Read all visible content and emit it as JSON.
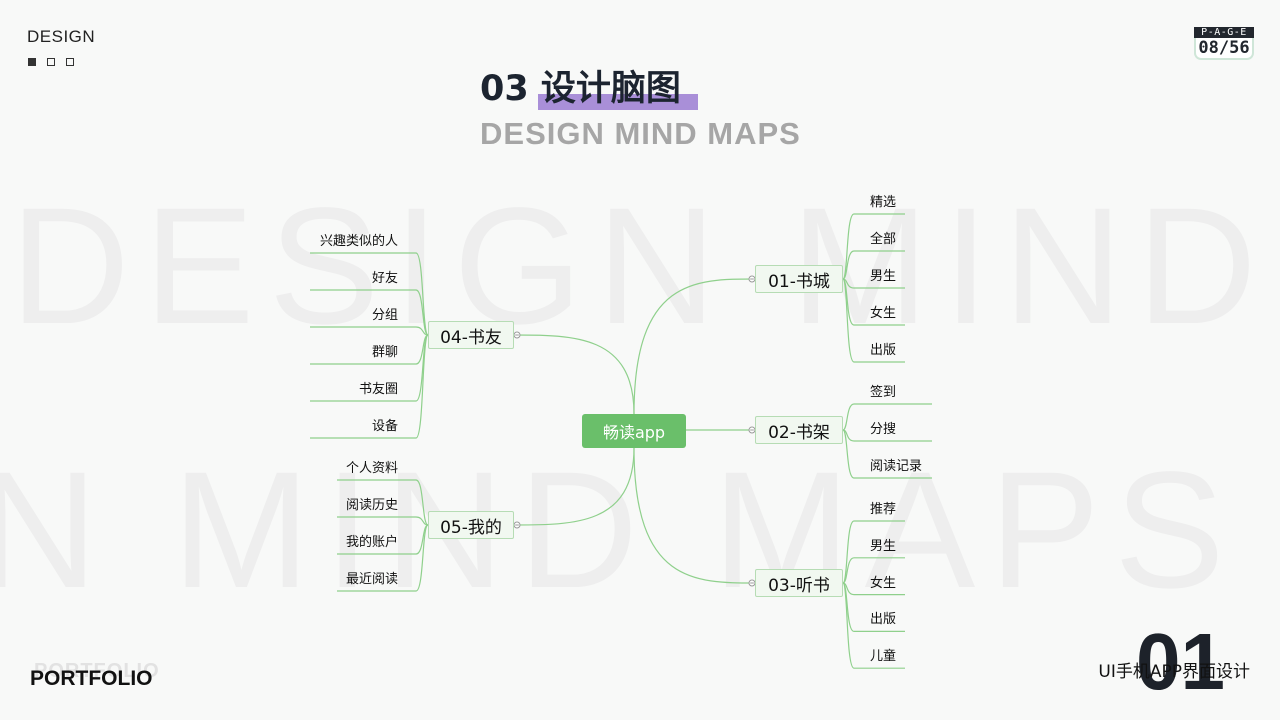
{
  "header": {
    "brand": "DESIGN",
    "page_label": "P-A-G-E",
    "page_number": "08/56"
  },
  "title": {
    "main": "03  设计脑图",
    "sub": "DESIGN MIND MAPS"
  },
  "watermark": {
    "line1": "DESIGN MIND",
    "line2": "N MIND MAPS"
  },
  "mindmap": {
    "root": "畅读app",
    "branches": [
      {
        "label": "01-书城",
        "leaves": [
          "精选",
          "全部",
          "男生",
          "女生",
          "出版"
        ]
      },
      {
        "label": "02-书架",
        "leaves": [
          "签到",
          "分搜",
          "阅读记录"
        ]
      },
      {
        "label": "03-听书",
        "leaves": [
          "推荐",
          "男生",
          "女生",
          "出版",
          "儿童"
        ]
      },
      {
        "label": "04-书友",
        "leaves": [
          "兴趣类似的人",
          "好友",
          "分组",
          "群聊",
          "书友圈",
          "设备"
        ]
      },
      {
        "label": "05-我的",
        "leaves": [
          "个人资料",
          "阅读历史",
          "我的账户",
          "最近阅读"
        ]
      }
    ]
  },
  "footer": {
    "portfolio_ghost": "PORTFOLIO",
    "portfolio": "PORTFOLIO",
    "big_number": "01",
    "label": "UI手机APP界面设计"
  },
  "colors": {
    "connector": "#8fd08c",
    "root_fill": "#6abf6a",
    "branch_fill": "#f1f8f0",
    "highlight": "#a98fd8"
  }
}
